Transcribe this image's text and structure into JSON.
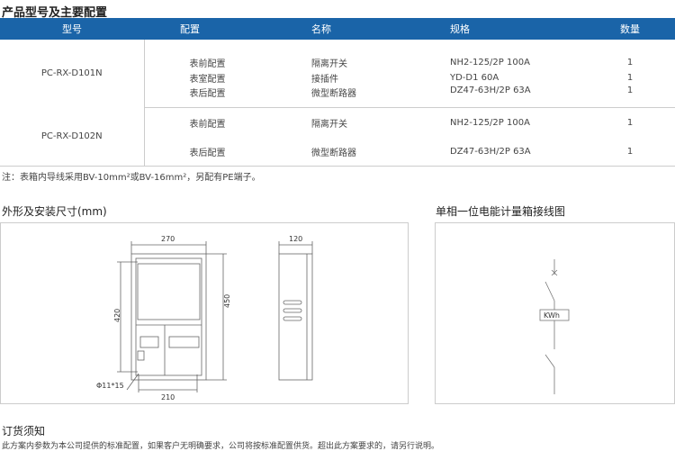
{
  "section1_title": "产品型号及主要配置",
  "table": {
    "headers": [
      "型号",
      "配置",
      "名称",
      "规格",
      "数量"
    ],
    "groups": [
      {
        "model": "PC-RX-D101N",
        "rows": [
          [
            "表前配置",
            "隔离开关",
            "NH2-125/2P 100A",
            "1"
          ],
          [
            "表室配置",
            "接插件",
            "YD-D1 60A",
            "1"
          ],
          [
            "表后配置",
            "微型断路器",
            "DZ47-63H/2P 63A",
            "1"
          ]
        ]
      },
      {
        "model": "PC-RX-D102N",
        "rows": [
          [
            "表前配置",
            "隔离开关",
            "NH2-125/2P 100A",
            "1"
          ],
          [
            "表后配置",
            "微型断路器",
            "DZ47-63H/2P 63A",
            "1"
          ]
        ]
      }
    ]
  },
  "note": "注：表箱内导线采用BV-10mm²或BV-16mm²，另配有PE端子。",
  "section2_title": "外形及安装尺寸(mm)",
  "dims": {
    "width": "270",
    "height": "450",
    "mount_height": "420",
    "mount_width": "210",
    "depth": "120",
    "hole": "Φ11*15"
  },
  "section3_title": "单相一位电能计量箱接线图",
  "meter_label": "KWh",
  "section4_title": "订货须知",
  "order_note": "此方案内参数为本公司提供的标准配置，如果客户无明确要求，公司将按标准配置供货。超出此方案要求的，请另行说明。"
}
